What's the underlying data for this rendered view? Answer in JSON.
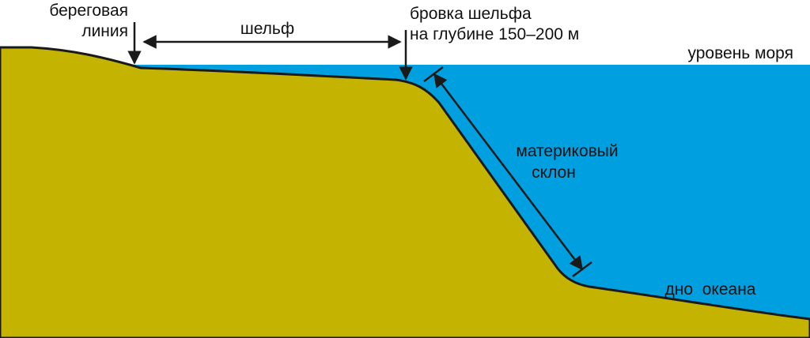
{
  "labels": {
    "coastline_line1": "береговая",
    "coastline_line2": "линия",
    "shelf": "шельф",
    "shelf_edge_line1": "бровка шельфа",
    "shelf_edge_line2": "на глубине 150–200 м",
    "sea_level": "уровень моря",
    "slope_line1": "материковый",
    "slope_line2": "склон",
    "ocean_floor": "дно  океана"
  },
  "colors": {
    "water": "#009fdf",
    "land": "#c4b300",
    "outline": "#1a1a1a"
  }
}
